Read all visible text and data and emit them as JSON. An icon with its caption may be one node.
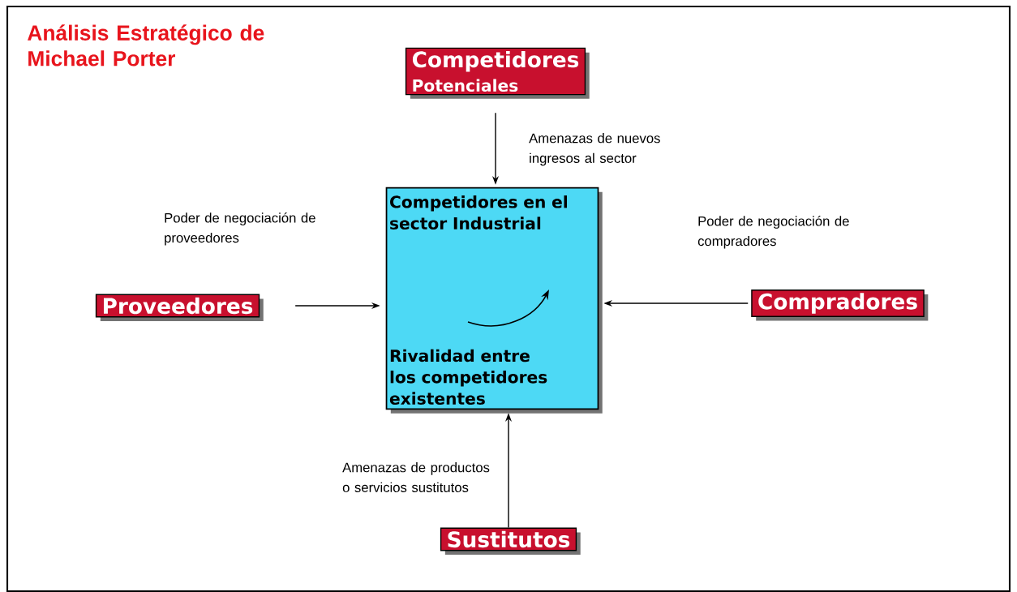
{
  "diagram": {
    "title": "Análisis Estratégico de Michael Porter",
    "nodes": [
      {
        "text": [
          "Competidores",
          "Potenciales"
        ]
      },
      {
        "text": [
          "Competidores en el sector Industrial",
          "Rivalidad entre los competidores existentes"
        ]
      },
      {
        "text": [
          "Proveedores"
        ]
      },
      {
        "text": [
          "Compradores"
        ]
      },
      {
        "text": [
          "Sustitutos"
        ]
      }
    ],
    "edges": [
      {
        "from": 0,
        "to": 1,
        "arrow": "to",
        "label": "Amenazas de nuevos ingresos al sector"
      },
      {
        "from": 2,
        "to": 1,
        "arrow": "to",
        "label": "Poder de negociación de proveedores"
      },
      {
        "from": 3,
        "to": 1,
        "arrow": "to",
        "label": "Poder de negociación de compradores"
      },
      {
        "from": 4,
        "to": 1,
        "arrow": "to",
        "label": "Amenazas de productos o servicios sustitutos"
      }
    ]
  }
}
